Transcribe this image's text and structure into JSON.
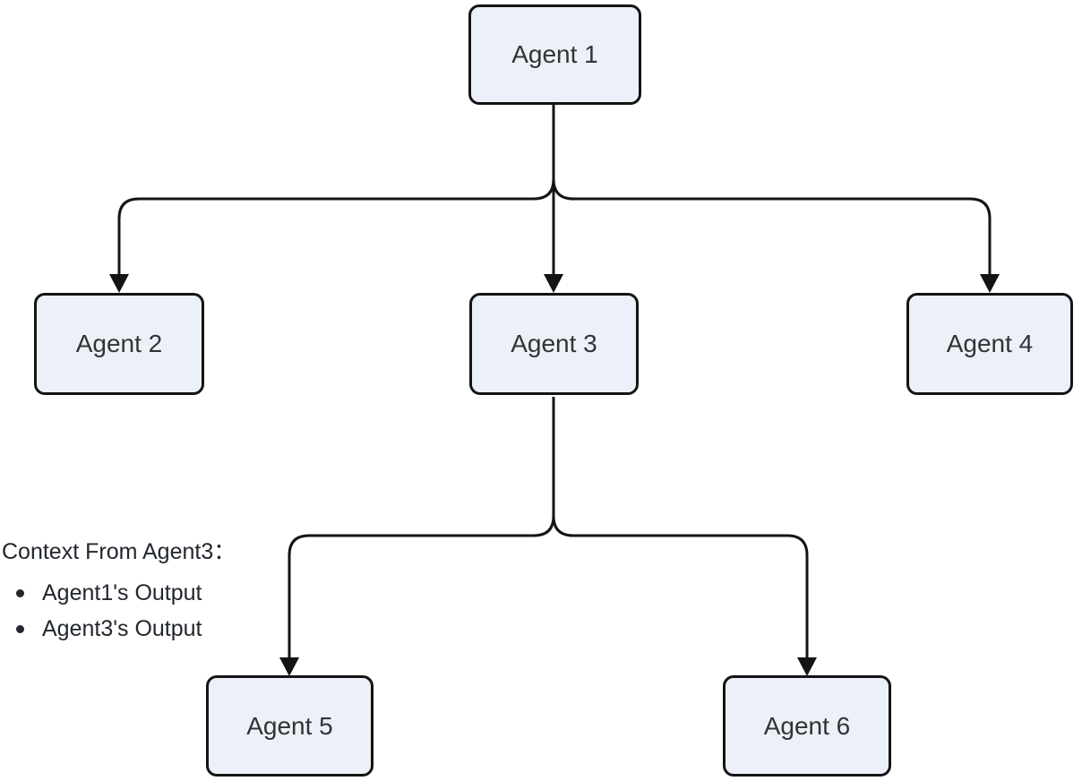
{
  "diagram": {
    "type": "flowchart",
    "nodes": [
      {
        "id": "agent1",
        "label": "Agent 1"
      },
      {
        "id": "agent2",
        "label": "Agent 2"
      },
      {
        "id": "agent3",
        "label": "Agent 3"
      },
      {
        "id": "agent4",
        "label": "Agent 4"
      },
      {
        "id": "agent5",
        "label": "Agent 5"
      },
      {
        "id": "agent6",
        "label": "Agent 6"
      }
    ],
    "edges": [
      {
        "from": "Agent 1",
        "to": "Agent 2"
      },
      {
        "from": "Agent 1",
        "to": "Agent 3"
      },
      {
        "from": "Agent 1",
        "to": "Agent 4"
      },
      {
        "from": "Agent 3",
        "to": "Agent 5"
      },
      {
        "from": "Agent 3",
        "to": "Agent 6"
      }
    ],
    "annotation": {
      "title": "Context From Agent3：",
      "items": [
        "Agent1's Output",
        "Agent3's Output"
      ]
    },
    "colors": {
      "node_fill": "#ecf1f9",
      "node_border": "#141414",
      "edge": "#141414",
      "text": "#333333",
      "annotation_text": "#22272e",
      "background": "#ffffff"
    }
  }
}
